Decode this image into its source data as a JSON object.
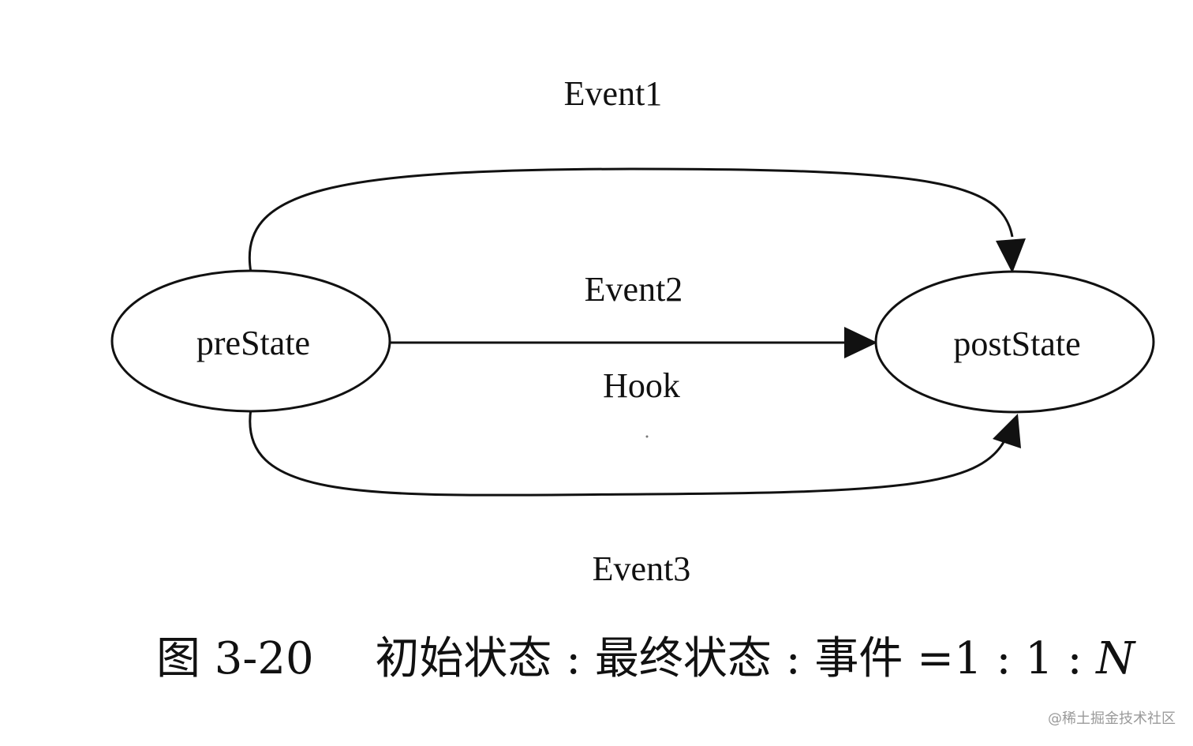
{
  "diagram": {
    "states": {
      "pre": {
        "label": "preState"
      },
      "post": {
        "label": "postState"
      }
    },
    "transitions": {
      "event1": {
        "label": "Event1"
      },
      "event2": {
        "label": "Event2",
        "sublabel": "Hook"
      },
      "event3": {
        "label": "Event3"
      }
    }
  },
  "caption": {
    "figure_number": "图 3-20",
    "text": "初始状态 : 最终状态 : 事件 =1 : 1 : ",
    "text_italic_suffix": "N"
  },
  "watermark": {
    "text": "@稀土掘金技术社区"
  },
  "colors": {
    "stroke": "#111111",
    "background": "#ffffff",
    "watermark": "#9a9a9a"
  }
}
